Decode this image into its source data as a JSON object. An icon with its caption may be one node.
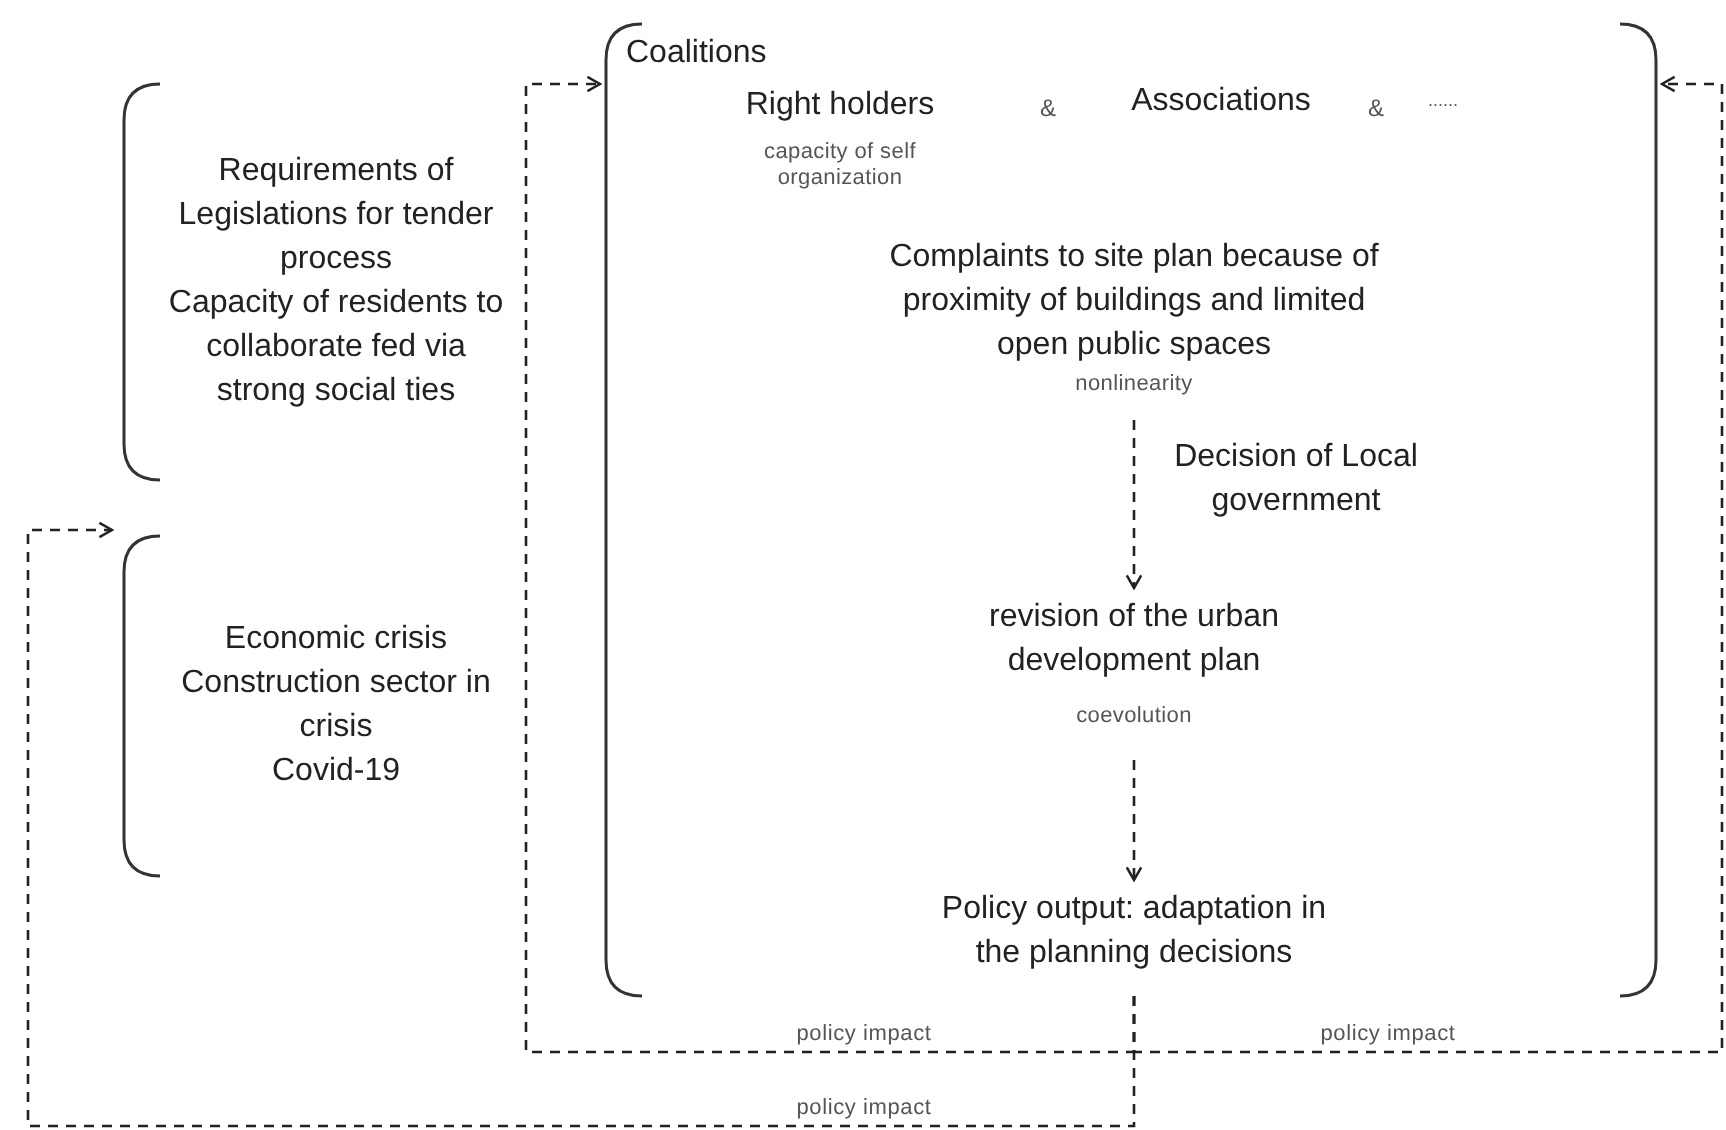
{
  "diagram": {
    "nodes": [
      {
        "text": [
          "Coalitions"
        ]
      },
      {
        "text": [
          "Right holders"
        ],
        "beside": [
          "capacity of self organization"
        ],
        "in": 0
      },
      {
        "text": [
          "Associations"
        ],
        "in": 0
      },
      {
        "text": [
          "Complaints to site plan because of proximity of buildings and limited open public spaces"
        ],
        "beside": [
          "nonlinearity"
        ],
        "in": 0
      },
      {
        "text": [
          "revision of the urban development plan"
        ],
        "beside": [
          "coevolution"
        ],
        "in": 0
      },
      {
        "text": [
          "Policy output: adaptation in the planning decisions"
        ],
        "in": 0
      },
      {
        "text": [
          "Requirements of Legislations for tender process",
          "Capacity of residents to collaborate fed via strong social ties"
        ]
      },
      {
        "text": [
          "Economic crisis",
          "Construction sector in crisis",
          "Covid-19"
        ]
      }
    ],
    "edges": [
      {
        "from": 3,
        "to": 4,
        "arrow": "to",
        "label": "Decision of Local government",
        "style": "dashed"
      },
      {
        "from": 4,
        "to": 5,
        "arrow": "to",
        "style": "dashed"
      },
      {
        "from": 5,
        "to": 0,
        "arrow": "to",
        "label": "policy impact",
        "style": "dashed"
      },
      {
        "from": 5,
        "to": 0,
        "arrow": "to",
        "label": "policy impact",
        "style": "dashed"
      },
      {
        "from": 5,
        "to": 7,
        "arrow": "to",
        "label": "policy impact",
        "style": "dashed"
      }
    ],
    "labels": [
      "&",
      "&",
      "......"
    ]
  }
}
